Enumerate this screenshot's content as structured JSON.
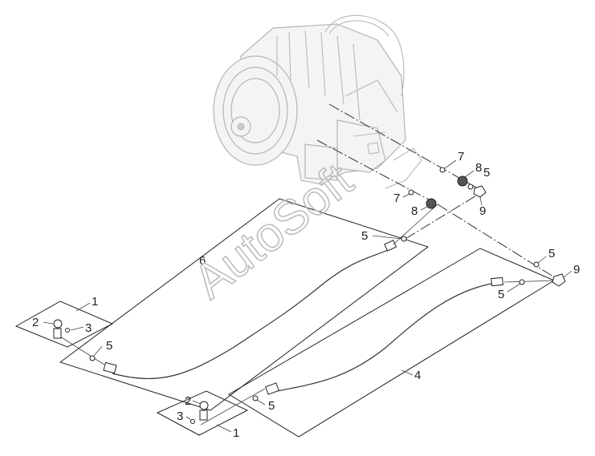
{
  "figure": {
    "watermark": "AutoSoft",
    "callouts": [
      {
        "id": "c1a",
        "label": "1"
      },
      {
        "id": "c1b",
        "label": "1"
      },
      {
        "id": "c2a",
        "label": "2"
      },
      {
        "id": "c2b",
        "label": "2"
      },
      {
        "id": "c3a",
        "label": "3"
      },
      {
        "id": "c3b",
        "label": "3"
      },
      {
        "id": "c4",
        "label": "4"
      },
      {
        "id": "c5a",
        "label": "5"
      },
      {
        "id": "c5b",
        "label": "5"
      },
      {
        "id": "c5c",
        "label": "5"
      },
      {
        "id": "c5d",
        "label": "5"
      },
      {
        "id": "c5e",
        "label": "5"
      },
      {
        "id": "c5f",
        "label": "5"
      },
      {
        "id": "c6",
        "label": "6"
      },
      {
        "id": "c7a",
        "label": "7"
      },
      {
        "id": "c7b",
        "label": "7"
      },
      {
        "id": "c8a",
        "label": "8"
      },
      {
        "id": "c8b",
        "label": "8"
      },
      {
        "id": "c9a",
        "label": "9"
      },
      {
        "id": "c9b",
        "label": "9"
      }
    ]
  }
}
